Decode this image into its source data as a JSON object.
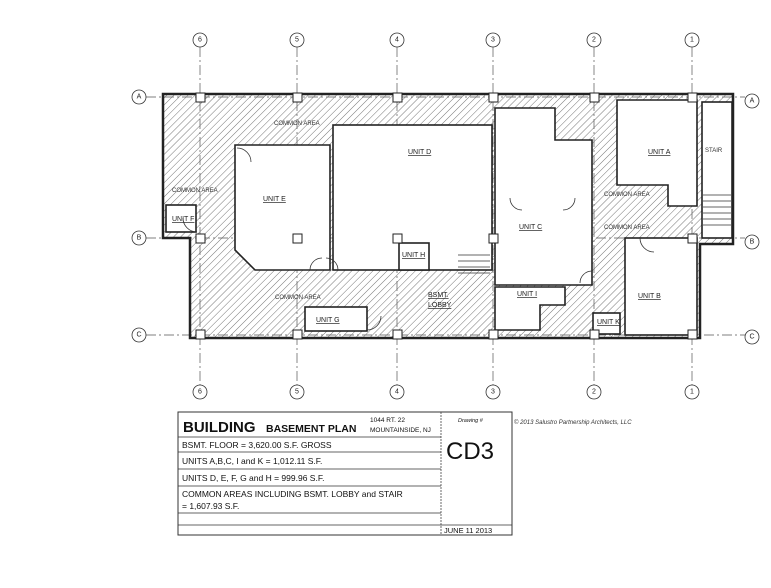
{
  "plan": {
    "grid_columns": [
      "6",
      "5",
      "4",
      "3",
      "2",
      "1"
    ],
    "grid_rows": [
      "A",
      "B",
      "C"
    ],
    "rooms": {
      "unit_a": "UNIT A",
      "unit_b": "UNIT B",
      "unit_c": "UNIT C",
      "unit_d": "UNIT D",
      "unit_e": "UNIT E",
      "unit_f": "UNIT F",
      "unit_g": "UNIT G",
      "unit_h": "UNIT H",
      "unit_i": "UNIT I",
      "unit_k": "UNIT K",
      "stair": "STAIR",
      "lobby_1": "BSMT.",
      "lobby_2": "LOBBY",
      "common_area": "COMMON AREA"
    },
    "colors": {
      "line": "#222222",
      "hatch": "#555555",
      "paper": "#ffffff"
    }
  },
  "title_block": {
    "title_bold": "BUILDING",
    "title_rest": "BASEMENT PLAN",
    "address_1": "1044 RT. 22",
    "address_2": "MOUNTAINSIDE, NJ",
    "drawing_label": "Drawing #",
    "drawing_number": "CD3",
    "row_1": "BSMT. FLOOR =   3,620.00 S.F. GROSS",
    "row_2": "UNITS A,B,C, I and K  =   1,012.11 S.F.",
    "row_3": "UNITS D, E, F, G and H =   999.96 S.F.",
    "row_4a": "COMMON AREAS INCLUDING BSMT. LOBBY and STAIR",
    "row_4b": "=   1,607.93 S.F.",
    "date": "JUNE 11 2013"
  },
  "copyright": "© 2013 Salustro Partnership Architects, LLC"
}
